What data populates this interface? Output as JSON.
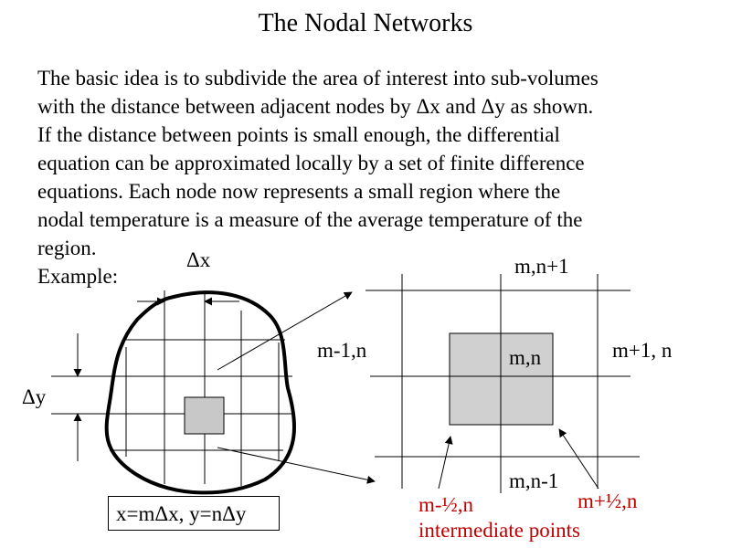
{
  "title": "The Nodal Networks",
  "paragraph_lines": [
    "The basic idea is to subdivide the area of interest into sub-volumes",
    "with the distance between adjacent nodes by Δx and Δy as shown.",
    "If the distance between points is small enough, the differential",
    "equation can be approximated locally by a set of finite difference",
    "equations.  Each node now represents a small region where the",
    "nodal temperature is a measure of the average temperature of the",
    "region."
  ],
  "example_label": "Example:",
  "left_diagram": {
    "dx_label": "Δx",
    "dy_label": "Δy",
    "formula": "x=mΔx, y=nΔy"
  },
  "right_diagram": {
    "top_node": "m,n+1",
    "left_node": "m-1,n",
    "center_node": "m,n",
    "right_node": "m+1, n",
    "bottom_node": "m,n-1",
    "half_minus": "m-½,n",
    "half_plus": "m+½,n",
    "intermediate": "intermediate points"
  },
  "colors": {
    "highlight_text": "#c00000",
    "cell_fill": "#c8c8c8"
  }
}
